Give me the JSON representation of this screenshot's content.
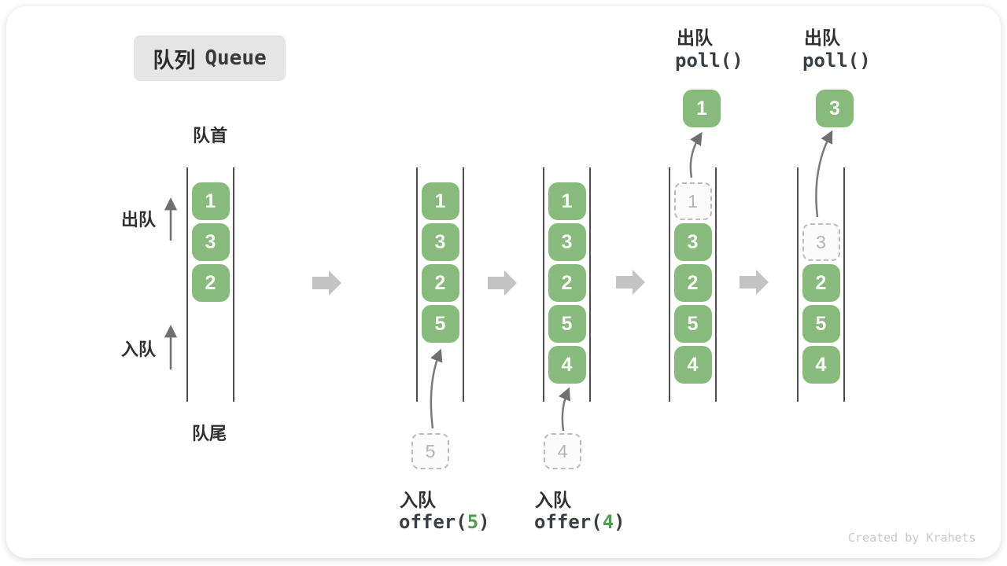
{
  "title": {
    "zh": "队列",
    "en": "Queue"
  },
  "labels": {
    "front": "队首",
    "rear": "队尾",
    "dequeue": "出队",
    "enqueue": "入队"
  },
  "queues": [
    {
      "slots": [
        {
          "v": "1"
        },
        {
          "v": "3"
        },
        {
          "v": "2"
        }
      ]
    },
    {
      "slots": [
        {
          "v": "1"
        },
        {
          "v": "3"
        },
        {
          "v": "2"
        },
        {
          "v": "5"
        }
      ],
      "incoming": "5"
    },
    {
      "slots": [
        {
          "v": "1"
        },
        {
          "v": "3"
        },
        {
          "v": "2"
        },
        {
          "v": "5"
        },
        {
          "v": "4"
        }
      ],
      "incoming": "4"
    },
    {
      "slots": [
        {
          "v": "1",
          "dashed": true
        },
        {
          "v": "3"
        },
        {
          "v": "2"
        },
        {
          "v": "5"
        },
        {
          "v": "4"
        }
      ],
      "outgoing": "1"
    },
    {
      "slots": [
        {
          "v": "3",
          "dashed": true
        },
        {
          "v": "2"
        },
        {
          "v": "5"
        },
        {
          "v": "4"
        }
      ],
      "outgoing": "3"
    }
  ],
  "operations": {
    "enqueue5": {
      "label": "入队",
      "fn": "offer(",
      "arg": "5",
      "close": ")"
    },
    "enqueue4": {
      "label": "入队",
      "fn": "offer(",
      "arg": "4",
      "close": ")"
    },
    "dequeue1": {
      "label": "出队",
      "fn": "poll()"
    },
    "dequeue2": {
      "label": "出队",
      "fn": "poll()"
    }
  },
  "colors": {
    "item_green": "#88ba7c",
    "code_number_green": "#4f9e4f",
    "flow_arrow_gray": "#c3c3c3",
    "dashed_box_gray": "#bcbcbc",
    "wall_gray": "#4e4e4e",
    "text_dark": "#2f2f2f",
    "watermark_gray": "#c9c9c9",
    "title_badge_bg": "#e5e5e5"
  },
  "watermark": "Created by Krahets"
}
